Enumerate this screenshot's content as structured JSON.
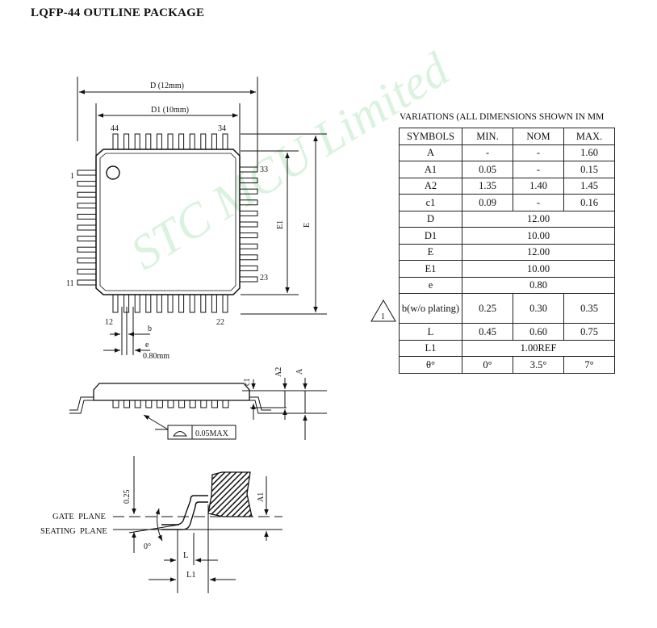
{
  "title": "LQFP-44 OUTLINE PACKAGE",
  "top_view": {
    "dim_D": "D (12mm)",
    "dim_D1": "D1 (10mm)",
    "dim_E": "E",
    "dim_E1": "E1",
    "pin_44": "44",
    "pin_34": "34",
    "pin_1": "1",
    "pin_33": "33",
    "pin_11": "11",
    "pin_23": "23",
    "pin_12": "12",
    "pin_22": "22",
    "dim_b": "b",
    "dim_e": "e",
    "dim_pitch": "0.80mm"
  },
  "side_view": {
    "dim_c1": "c1",
    "dim_A2": "A2",
    "dim_A": "A",
    "coplanarity": "0.05MAX"
  },
  "detail_view": {
    "dim_025": "0.25",
    "gate_plane": "GATE  PLANE",
    "seating_plane": "SEATING  PLANE",
    "theta": "0°",
    "dim_A1": "A1",
    "dim_L": "L",
    "dim_L1": "L1"
  },
  "table": {
    "caption": "VARIATIONS (ALL DIMENSIONS SHOWN IN MM",
    "headers": [
      "SYMBOLS",
      "MIN.",
      "NOM",
      "MAX."
    ],
    "rows": [
      {
        "symbol": "A",
        "min": "-",
        "nom": "-",
        "max": "1.60"
      },
      {
        "symbol": "A1",
        "min": "0.05",
        "nom": "-",
        "max": "0.15"
      },
      {
        "symbol": "A2",
        "min": "1.35",
        "nom": "1.40",
        "max": "1.45"
      },
      {
        "symbol": "c1",
        "min": "0.09",
        "nom": "-",
        "max": "0.16"
      },
      {
        "symbol": "D",
        "span": "12.00"
      },
      {
        "symbol": "D1",
        "span": "10.00"
      },
      {
        "symbol": "E",
        "span": "12.00"
      },
      {
        "symbol": "E1",
        "span": "10.00"
      },
      {
        "symbol": "e",
        "span": "0.80"
      },
      {
        "symbol": "b(w/o plating)",
        "min": "0.25",
        "nom": "0.30",
        "max": "0.35",
        "note": "1"
      },
      {
        "symbol": "L",
        "min": "0.45",
        "nom": "0.60",
        "max": "0.75"
      },
      {
        "symbol": "L1",
        "span": "1.00REF"
      },
      {
        "symbol": "θ°",
        "min": "0°",
        "nom": "3.5°",
        "max": "7°"
      }
    ]
  },
  "watermark": "STC  MCU  Limited"
}
